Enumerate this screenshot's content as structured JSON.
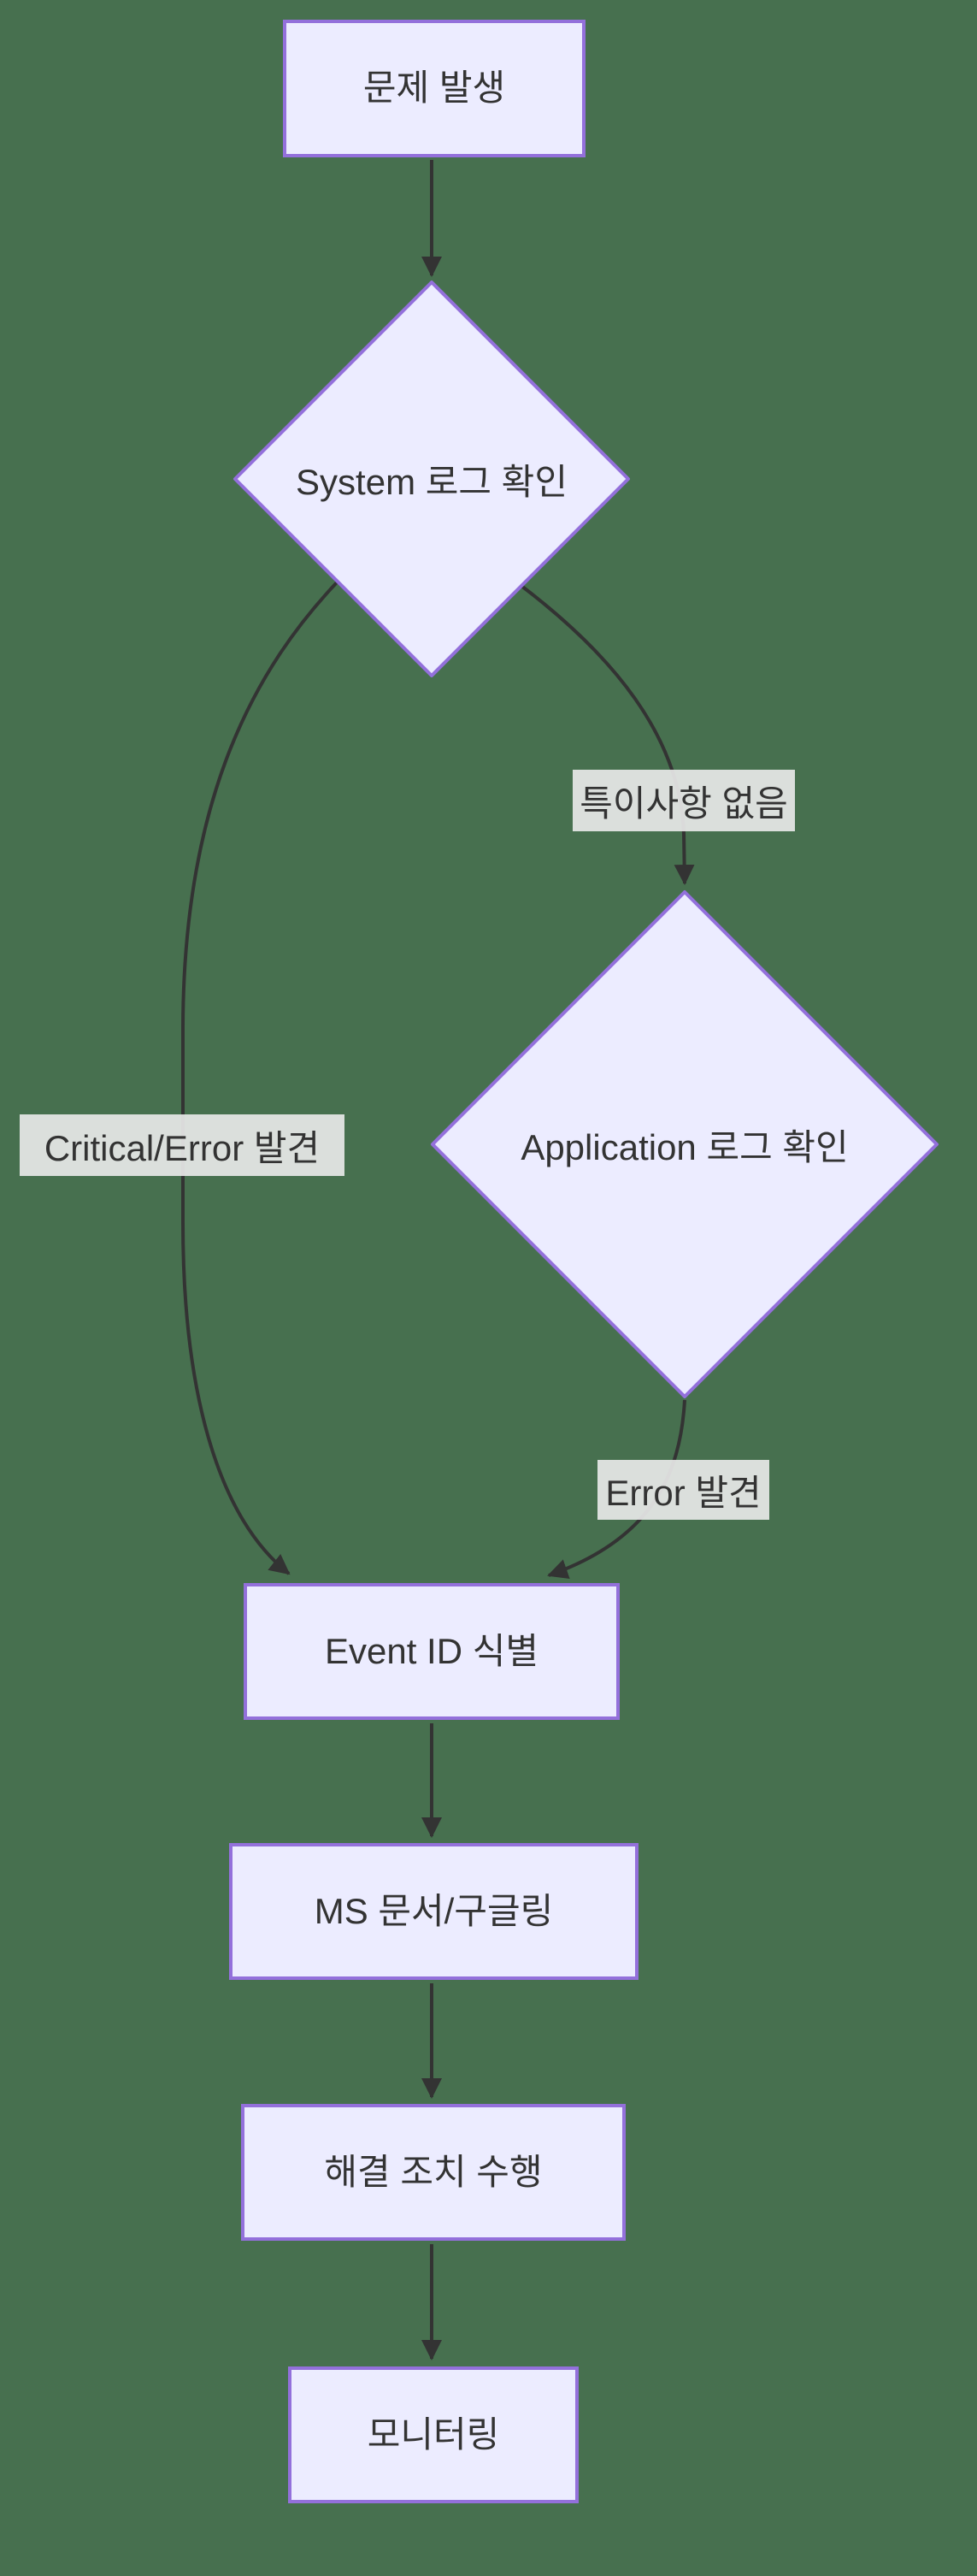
{
  "diagram_type": "flowchart",
  "colors": {
    "background": "#47704F",
    "node_fill": "#ECECFF",
    "node_border": "#9370DB",
    "edge_line": "#333333",
    "edge_label_bg": "#E8E8E8",
    "text": "#333333"
  },
  "nodes": {
    "problem": {
      "label": "문제 발생",
      "shape": "rect"
    },
    "system_check": {
      "label": "System 로그 확인",
      "shape": "diamond"
    },
    "app_check": {
      "label": "Application 로그 확인",
      "shape": "diamond"
    },
    "event_id": {
      "label": "Event ID 식별",
      "shape": "rect"
    },
    "ms_doc": {
      "label": "MS 문서/구글링",
      "shape": "rect"
    },
    "resolve": {
      "label": "해결 조치 수행",
      "shape": "rect"
    },
    "monitor": {
      "label": "모니터링",
      "shape": "rect"
    }
  },
  "edge_labels": {
    "critical": "Critical/Error 발견",
    "none": "특이사항 없음",
    "error": "Error 발견"
  }
}
